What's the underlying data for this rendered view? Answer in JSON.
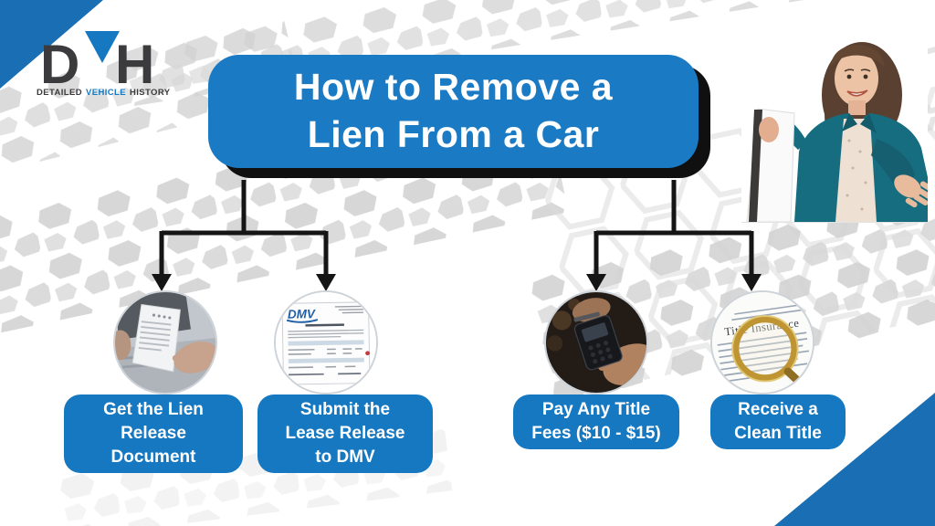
{
  "logo": {
    "d": "D",
    "v": "V",
    "h": "H",
    "tagline": {
      "detailed": "DETAILED",
      "vehicle": "VEHICLE",
      "history": "HISTORY"
    }
  },
  "title": {
    "line1": "How to Remove a",
    "line2": "Lien From a Car"
  },
  "steps": [
    {
      "label_lines": [
        "Get the Lien",
        "Release",
        "Document"
      ],
      "image": "person-typing-on-laptop-with-lien-document"
    },
    {
      "label_lines": [
        "Submit the",
        "Lease Release",
        "to DMV"
      ],
      "image": "dmv-lien-release-form"
    },
    {
      "label_lines": [
        "Pay Any Title",
        "Fees ($10 - $15)"
      ],
      "image": "hands-paying-with-card-terminal"
    },
    {
      "label_lines": [
        "Receive a",
        "Clean Title"
      ],
      "image": "magnifying-glass-over-title-insurance-document"
    }
  ],
  "circle_texts": {
    "dmv": "DMV",
    "title_insurance": "Title Insurance"
  },
  "colors": {
    "accent_blue": "#1578c1",
    "title_blue": "#1b7ac4",
    "corner_blue": "#1a6fb4",
    "arrow_black": "#151515",
    "logo_dark": "#3b3b3d",
    "tread_gray": "#d4d4d4"
  }
}
